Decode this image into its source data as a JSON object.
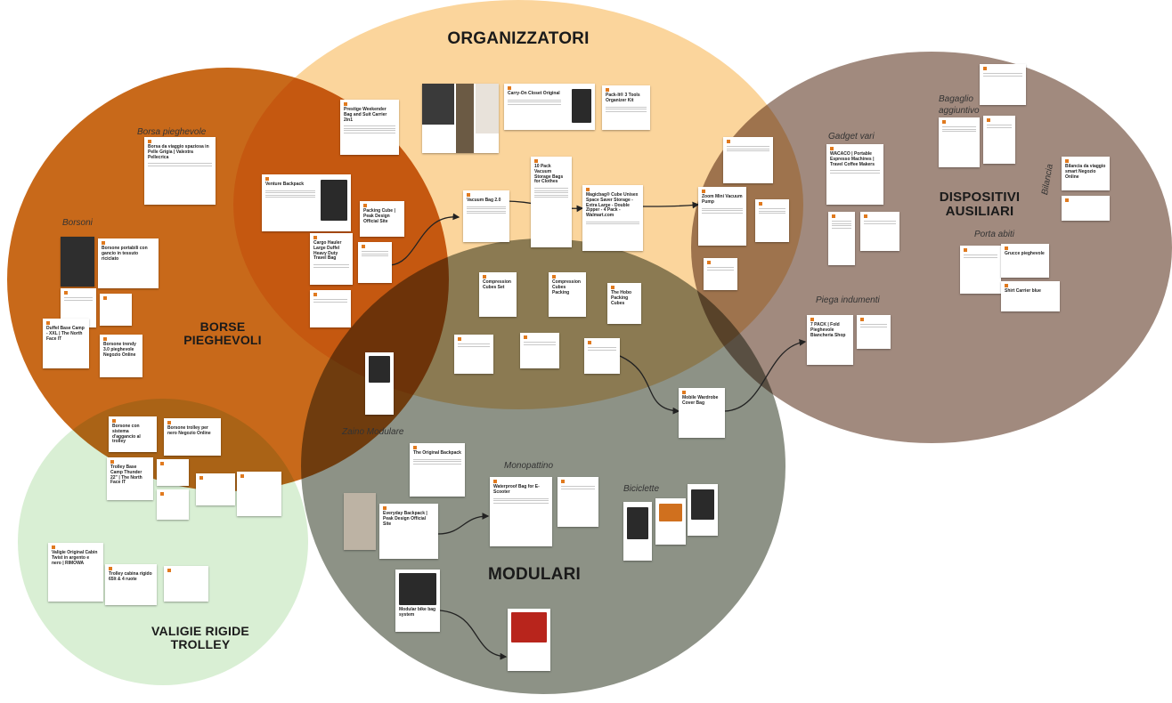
{
  "colors": {
    "borse": "#c8691a",
    "organizzatori": "#fbd59c",
    "dispositivi": "#a18a7e",
    "modulari": "#8d9286",
    "valigie": "#d9efd4"
  },
  "categories": {
    "organizzatori": "ORGANIZZATORI",
    "borse": "BORSE\nPIEGHEVOLI",
    "dispositivi": "DISPOSITIVI\nAUSILIARI",
    "modulari": "MODULARI",
    "valigie": "VALIGIE RIGIDE\nTROLLEY"
  },
  "sublabels": {
    "borsa_pieghevole": "Borsa pieghevole",
    "borsoni": "Borsoni",
    "zaino_modulare": "Zaino Modulare",
    "monopattino": "Monopattino",
    "biciclette": "Biciclette",
    "bagaglio_aggiuntivo": "Bagaglio\naggiuntivo",
    "gadget_vari": "Gadget vari",
    "bilancia": "Bilancia",
    "porta_abiti": "Porta abiti",
    "piega_indumenti": "Piega indumenti"
  },
  "cards": {
    "borsa_viaggio": "Borsa da viaggio spaziosa in Pelle Grigia | Valextra Pellecrica",
    "borsone_riciclate": "Borsone portabili con gancio in tessuto riciclato",
    "duffel_base_camp": "Duffel Base Camp - XXL | The North Face IT",
    "borsone_trendy": "Borsone trendy 3.0 pieghevole Negozio Online",
    "prestige_weekender": "Prestige Weekender Bag and Suit Carrier 2in1",
    "venture_backpack": "Venture Backpack",
    "packing_cube": "Packing Cube | Peak Design Official Site",
    "cargo_duffel": "Cargo Hauler Large Duffel Heavy Duty Travel Bag",
    "carry_on_closet": "Carry-On Closet Original",
    "pack_it_organizer": "Pack-It® 3 Tools Organizer Kit",
    "vacuum_bag": "Vacuum Bag 2.0",
    "space_saver_10pack": "10 Pack Vacuum Storage Bags for Clothes",
    "magicbag_cube": "Magicbag® Cube Unisex Space Saver Storage - Extra Large - Double Zipper - 4 Pack - Walmart.com",
    "zoom_mini_vacuum": "Zoom Mini Vacuum Pump",
    "compression_cubes_a": "Compression Cubes Set",
    "compression_cubes_b": "Compression Cubes Packing",
    "packing_cubes_c": "The Hobo Packing Cubes",
    "mobile_wardrobe": "Mobile Wardrobe Cover Bag",
    "original_backpack": "The Original Backpack",
    "everyday_backpack": "Everyday Backpack | Peak Design Official Site",
    "waterproof_scooter": "Waterproof Bag for E-Scooter",
    "modular_bike_bag": "Modular bike bag system",
    "wacaco": "WACACO | Portable Espresso Machines | Travel Coffee Makers",
    "bilancia_scale": "Bilancia da viaggio smart Negozio Online",
    "grucce_pieghevole": "Grucce pieghevole",
    "shirt_carrier": "Shirt Carrier blue",
    "fold_pieghevole": "7 PACK | Fold Pieghevole Biancheria Shop",
    "borsone_catena": "Borsone con sistema d'aggancio al trolley",
    "borsone_trolley": "Borsone trolley per nero Negozio Online",
    "trolley_base_camp": "Trolley Base Camp Thunder 22\" | The North Face IT",
    "valigie_original": "Valigie Original Cabin Twist in argento e nero | RIMOWA",
    "trolley_cabina": "Trolley cabina rigido 65lt & 4 ruote"
  }
}
